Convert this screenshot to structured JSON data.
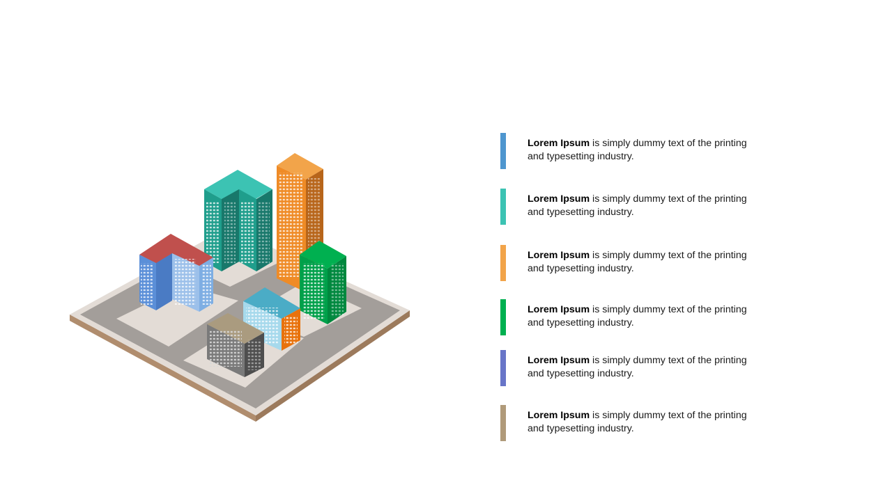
{
  "items": [
    {
      "bold": "Lorem Ipsum",
      "line1": " is simply dummy  text of the printing",
      "line2": "and typesetting industry.",
      "color": "#4E96CF"
    },
    {
      "bold": "Lorem Ipsum",
      "line1": " is simply dummy  text of the printing",
      "line2": "and typesetting industry.",
      "color": "#3CC3B3"
    },
    {
      "bold": "Lorem Ipsum",
      "line1": " is simply dummy  text of the printing",
      "line2": "and typesetting industry.",
      "color": "#F2A44A"
    },
    {
      "bold": "Lorem Ipsum",
      "line1": " is simply dummy  text of the printing",
      "line2": "and typesetting industry.",
      "color": "#00B050"
    },
    {
      "bold": "Lorem Ipsum",
      "line1": " is simply dummy  text of the printing",
      "line2": "and typesetting industry.",
      "color": "#6875C8"
    },
    {
      "bold": "Lorem Ipsum",
      "line1": " is simply dummy  text of the printing",
      "line2": "and typesetting industry.",
      "color": "#B09A7A"
    }
  ],
  "illustration": {
    "name": "isometric-city-block",
    "buildings": [
      {
        "name": "teal-tower",
        "colors": [
          "#3CC3B3",
          "#1F9E8C",
          "#18786B"
        ]
      },
      {
        "name": "orange-tower",
        "colors": [
          "#F2A44A",
          "#EF8B26",
          "#B7651A"
        ]
      },
      {
        "name": "blue-red-roof-building",
        "colors": [
          "#C0504D",
          "#5B8FD8",
          "#9CC0EA"
        ]
      },
      {
        "name": "green-building",
        "colors": [
          "#00B050",
          "#00A04A",
          "#00883E"
        ]
      },
      {
        "name": "light-blue-building",
        "colors": [
          "#4BACC6",
          "#A6D9EC",
          "#E8720C"
        ]
      },
      {
        "name": "gray-building",
        "colors": [
          "#AA9B7F",
          "#7A7A7A",
          "#4E4E4E"
        ]
      }
    ]
  }
}
